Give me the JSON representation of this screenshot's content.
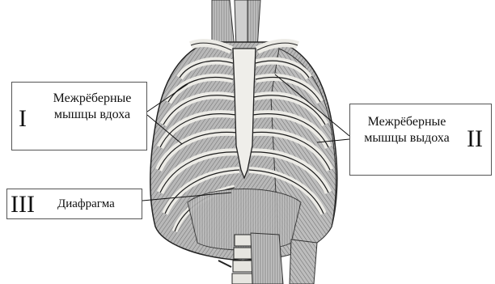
{
  "labels": {
    "inhale": {
      "numeral": "I",
      "text": "Межрёберные мышцы вдоха"
    },
    "exhale": {
      "numeral": "II",
      "text": "Межрёберные мышцы выдоха"
    },
    "diaphragm": {
      "numeral": "III",
      "text": "Диафрагма"
    }
  },
  "colors": {
    "background": "#ffffff",
    "ink": "#111111",
    "bone": "#e9e6e0",
    "muscle": "#9a9a9a"
  }
}
